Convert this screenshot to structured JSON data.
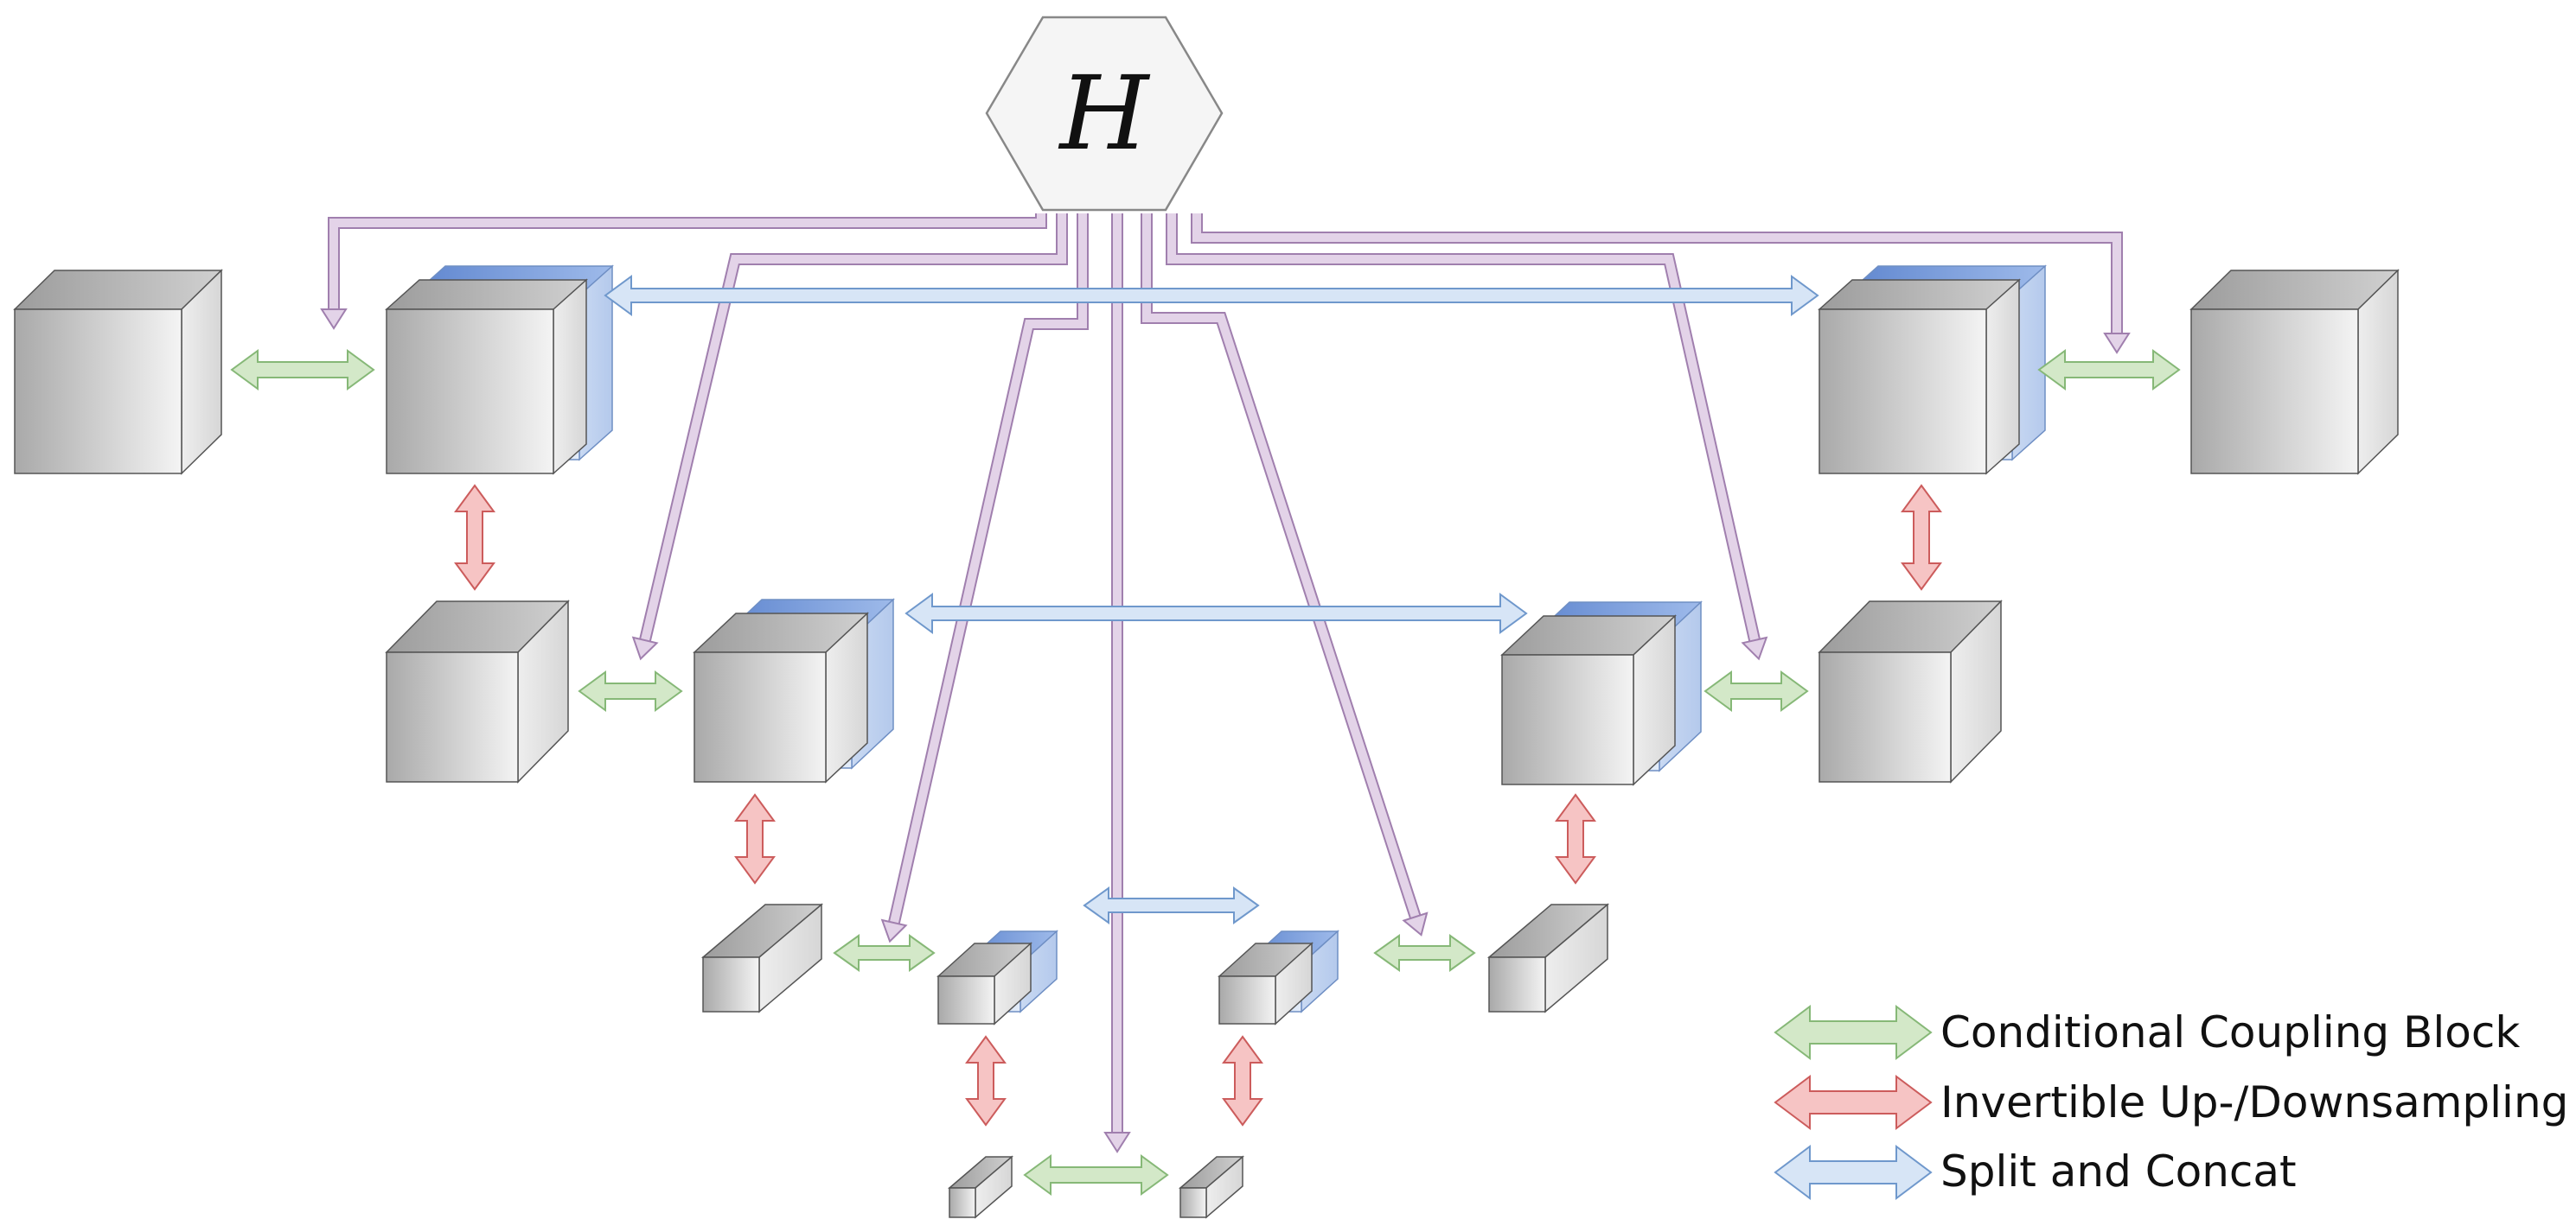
{
  "hub": {
    "label": "H",
    "icon": "hexagon-node-icon"
  },
  "legend": [
    {
      "id": "coupling",
      "label": "Conditional Coupling Block",
      "fill": "#d3e8c8",
      "stroke": "#86b877",
      "icon": "green-double-arrow-icon"
    },
    {
      "id": "updown",
      "label": "Invertible Up-/Downsampling",
      "fill": "#f6c4c4",
      "stroke": "#cc5c5c",
      "icon": "red-double-arrow-icon"
    },
    {
      "id": "split",
      "label": "Split and Concat",
      "fill": "#d7e5f6",
      "stroke": "#6f98cc",
      "icon": "blue-double-arrow-icon"
    }
  ],
  "colors": {
    "conditioning": "#e3d3e8",
    "conditioning_stroke": "#a07fae",
    "cube_dark": "#a6a6a6",
    "cube_light": "#f2f2f2",
    "cube_blue": "#7a9fdc",
    "cube_blue_light": "#dbe7f7",
    "hub_fill": "#f5f5f5",
    "hub_stroke": "#888888"
  }
}
